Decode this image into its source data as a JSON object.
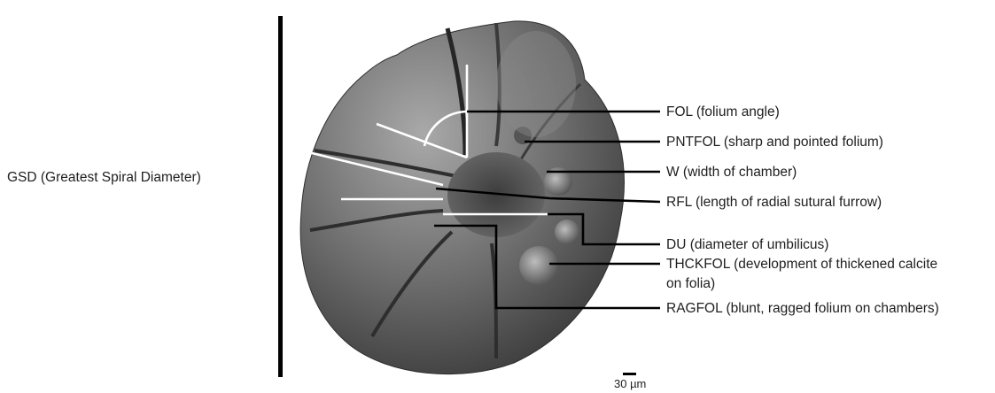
{
  "figure": {
    "gsd_label": "GSD (Greatest Spiral Diameter)",
    "scale_bar_label": "30 µm",
    "annotations": [
      {
        "id": "fol",
        "label": "FOL (folium angle)"
      },
      {
        "id": "pntfol",
        "label": "PNTFOL  (sharp and pointed folium)"
      },
      {
        "id": "w",
        "label": "W (width of chamber)"
      },
      {
        "id": "rfl",
        "label": "RFL (length of radial sutural furrow)"
      },
      {
        "id": "du",
        "label": "DU (diameter of umbilicus)"
      },
      {
        "id": "thckfol",
        "label": "THCKFOL (development of thickened calcite"
      },
      {
        "id": "thckfol2",
        "label": "on folia)"
      },
      {
        "id": "ragfol",
        "label": "RAGFOL (blunt, ragged folium on chambers)"
      }
    ],
    "colors": {
      "leader_line": "#000000",
      "measure_line": "#ffffff",
      "specimen_light": "#9a9a9a",
      "specimen_dark": "#2a2a2a"
    }
  }
}
